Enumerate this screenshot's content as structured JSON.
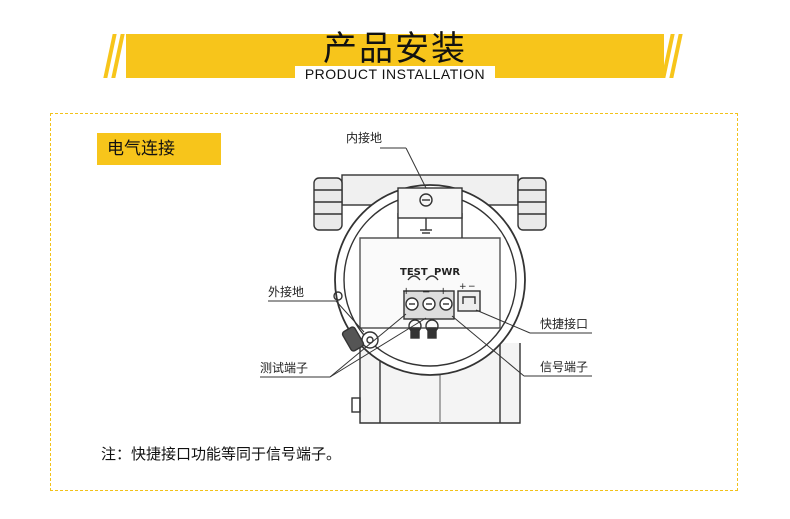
{
  "header": {
    "title": "产品安装",
    "subtitle": "PRODUCT INSTALLATION"
  },
  "section": {
    "label": "电气连接"
  },
  "diagram": {
    "labels": {
      "inner_ground": "内接地",
      "outer_ground": "外接地",
      "test_terminal": "测试端子",
      "quick_connector": "快捷接口",
      "signal_terminal": "信号端子",
      "test": "TEST",
      "pwr": "PWR"
    }
  },
  "note": "注：快捷接口功能等同于信号端子。",
  "colors": {
    "accent_yellow": "#f7c51b",
    "frame_border": "#f2c21a"
  }
}
